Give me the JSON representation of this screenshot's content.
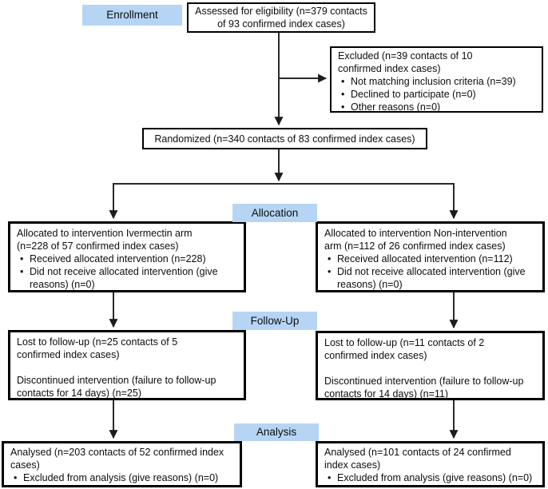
{
  "diagram": {
    "type": "consort-flow",
    "colors": {
      "stage_label_bg": "#b6d5f5",
      "box_border": "#000000",
      "box_bg": "#ffffff",
      "line": "#2a2a2a"
    },
    "stages": {
      "enrollment": "Enrollment",
      "allocation": "Allocation",
      "followup": "Follow-Up",
      "analysis": "Analysis"
    },
    "boxes": {
      "assessed": {
        "text": "Assessed for eligibility (n=379 contacts of 93 confirmed index cases)"
      },
      "excluded": {
        "title": "Excluded (n=39 contacts of 10 confirmed index cases)",
        "bullets": [
          "Not matching inclusion criteria (n=39)",
          "Declined to participate (n=0)",
          "Other reasons (n=0)"
        ]
      },
      "randomized": {
        "text": "Randomized (n=340 contacts of 83 confirmed index cases)"
      },
      "alloc_left": {
        "title": "Allocated to intervention Ivermectin arm (n=228 of 57 confirmed index cases)",
        "bullets": [
          "Received allocated intervention (n=228)",
          "Did not receive allocated intervention (give reasons) (n=0)"
        ]
      },
      "alloc_right": {
        "title": "Allocated to intervention Non-intervention arm (n=112 of 26 confirmed index cases)",
        "bullets": [
          "Received allocated intervention (n=112)",
          "Did not receive allocated intervention (give reasons) (n=0)"
        ]
      },
      "followup_left": {
        "para1": "Lost to follow-up (n=25 contacts of 5 confirmed index cases)",
        "para2": "Discontinued intervention (failure to follow-up contacts for 14 days) (n=25)"
      },
      "followup_right": {
        "para1": "Lost to follow-up (n=11 contacts of 2 confirmed index cases)",
        "para2": "Discontinued intervention (failure to follow-up contacts for 14 days) (n=11)"
      },
      "analysis_left": {
        "title": "Analysed (n=203 contacts of 52 confirmed index cases)",
        "bullets": [
          "Excluded from analysis (give reasons) (n=0)"
        ]
      },
      "analysis_right": {
        "title": "Analysed (n=101 contacts of 24 confirmed index cases)",
        "bullets": [
          "Excluded from analysis (give reasons) (n=0)"
        ]
      }
    }
  }
}
